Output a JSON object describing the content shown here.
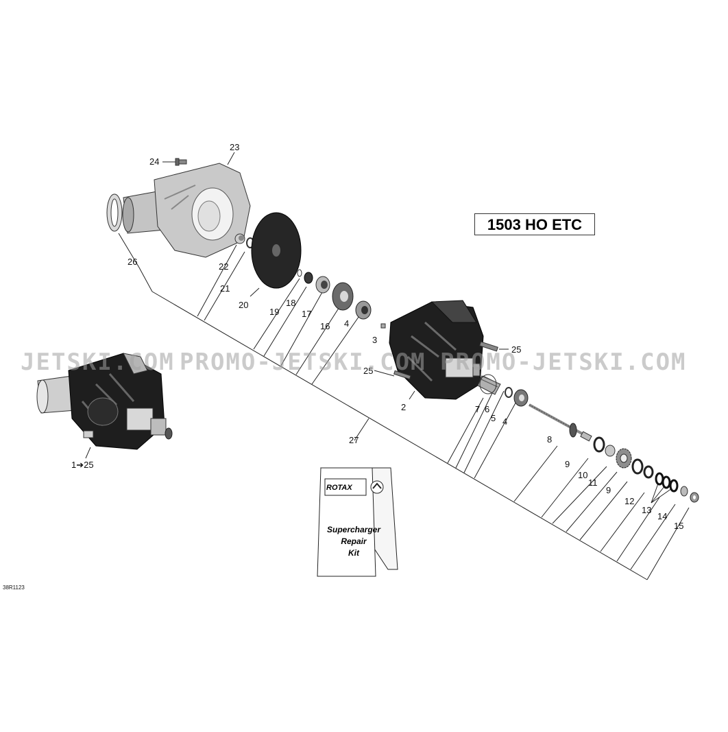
{
  "model_label": "1503 HO ETC",
  "diagram_code": "38R1123",
  "watermarks": [
    "JETSKI.COM",
    "PROMO-JETSKI.COM",
    "PROMO-JETSKI.COM"
  ],
  "kit": {
    "brand": "ROTAX",
    "title_line1": "Supercharger",
    "title_line2": "Repair",
    "title_line3": "Kit"
  },
  "callouts": {
    "c1_25": "1➔25",
    "c2": "2",
    "c3": "3",
    "c4a": "4",
    "c4b": "4",
    "c5": "5",
    "c6": "6",
    "c7": "7",
    "c8": "8",
    "c9a": "9",
    "c9b": "9",
    "c10": "10",
    "c11": "11",
    "c12": "12",
    "c13": "13",
    "c14": "14",
    "c15": "15",
    "c16": "16",
    "c17": "17",
    "c18": "18",
    "c19": "19",
    "c20": "20",
    "c21": "21",
    "c22": "22",
    "c23": "23",
    "c24": "24",
    "c25a": "25",
    "c25b": "25",
    "c26": "26",
    "c27": "27"
  }
}
